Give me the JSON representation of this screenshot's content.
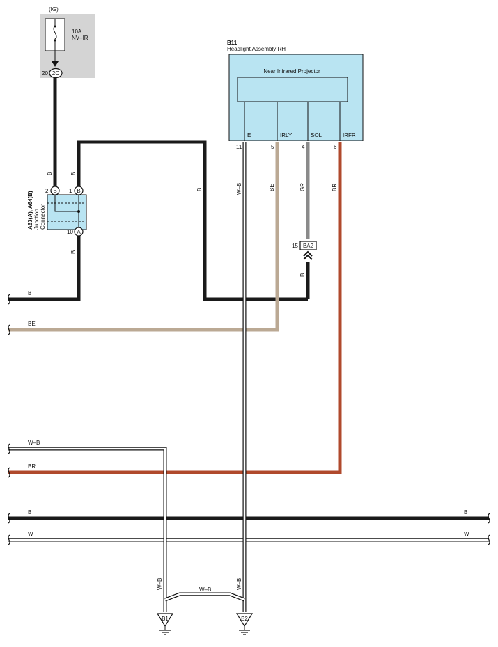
{
  "fuse": {
    "supply": "(IG)",
    "rating": "10A",
    "name": "NV–IR",
    "pin": "20",
    "connector": "2C"
  },
  "headlight": {
    "code": "B11",
    "name": "Headlight Assembly RH",
    "projector": "Near Infrared Projector",
    "terminals": [
      {
        "name": "E",
        "pin": "11",
        "wire": "W–B"
      },
      {
        "name": "IRLY",
        "pin": "5",
        "wire": "BE"
      },
      {
        "name": "SOL",
        "pin": "4",
        "wire": "GR"
      },
      {
        "name": "IRFR",
        "pin": "6",
        "wire": "BR"
      }
    ]
  },
  "junction": {
    "name_line1": "A63(A), A64(B)",
    "name_line2": "Junction",
    "name_line3": "Connector",
    "pin_in": "2",
    "pin_in_conn": "B",
    "pin_out": "1",
    "pin_out_conn": "B",
    "pin_bottom": "10",
    "pin_bottom_conn": "A"
  },
  "connector_ba2": {
    "pin": "15",
    "name": "BA2"
  },
  "wire_labels": {
    "fuse_down": "B",
    "junction_out": "B",
    "junction_bottom": "B",
    "top_loop": "B",
    "ba2_down": "B",
    "left_b": "B",
    "left_be": "BE",
    "left_wb": "W–B",
    "left_br": "BR",
    "bus_b_left": "B",
    "bus_b_right": "B",
    "bus_w_left": "W",
    "bus_w_right": "W",
    "b1_wire": "W–B",
    "b2_wire": "W–B",
    "cross_wire": "W–B"
  },
  "grounds": [
    {
      "name": "B1"
    },
    {
      "name": "B2"
    }
  ],
  "colors": {
    "B": "#1a1a1a",
    "BE": "#bba994",
    "GR": "#8a8a8a",
    "BR": "#b0492c",
    "W": "#ffffff",
    "box": "#b9e4f2",
    "fuse_bg": "#d4d4d4"
  }
}
